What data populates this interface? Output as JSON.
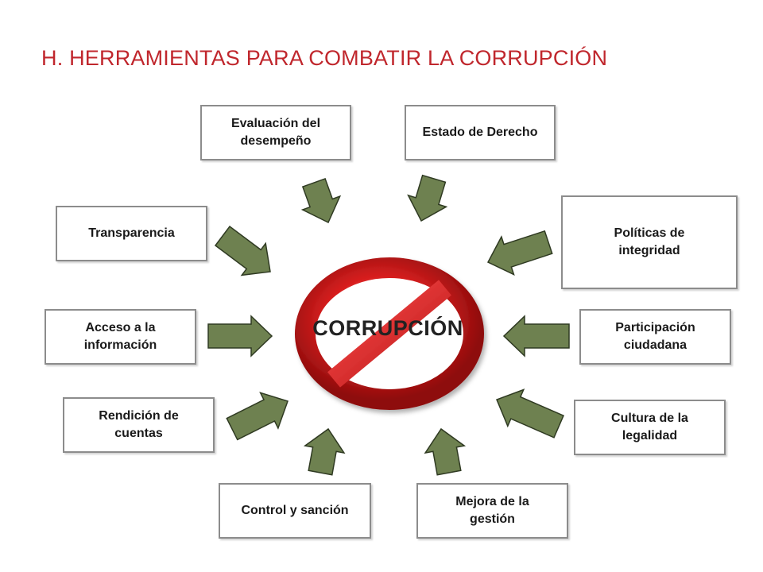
{
  "title": "H. HERRAMIENTAS PARA COMBATIR LA CORRUPCIÓN",
  "center": "CORRUPCIÓN",
  "tools": {
    "evaluacion": "Evaluación del desempeño",
    "estado": "Estado de Derecho",
    "transparencia": "Transparencia",
    "politicas": "Políticas de integridad",
    "acceso": "Acceso a la información",
    "participacion": "Participación ciudadana",
    "rendicion": "Rendición de cuentas",
    "cultura": "Cultura de la legalidad",
    "control": "Control y sanción",
    "mejora": "Mejora de la gestión"
  },
  "colors": {
    "title": "#c0272d",
    "arrow_fill": "#6e8150",
    "prohibition_red": "#d81f1f"
  },
  "icons": {
    "center": "prohibition-sign-icon"
  }
}
